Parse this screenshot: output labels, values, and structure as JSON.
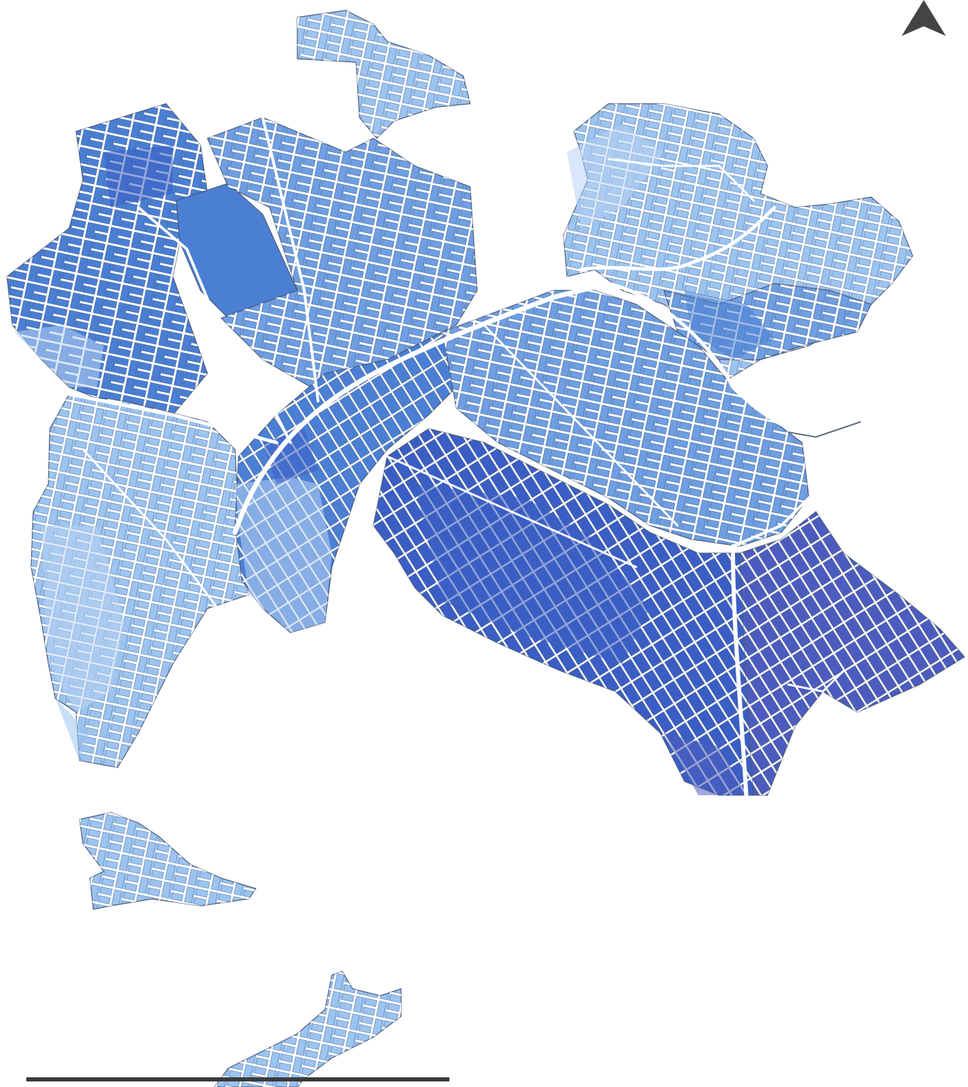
{
  "map": {
    "colors": {
      "background": "#ffffff",
      "outline": "#4a5a78",
      "street": "#ffffff",
      "lightest": "#b8d4f4",
      "light": "#9cc4f0",
      "medium": "#6f9fe2",
      "dark": "#4a7fd4",
      "darkest": "#3a5ec4",
      "violet": "#4c5cbe"
    },
    "districts": [
      {
        "name": "northwest",
        "fill": "dark"
      },
      {
        "name": "north-large-parcel",
        "fill": "dark"
      },
      {
        "name": "north-central",
        "fill": "medium"
      },
      {
        "name": "far-north-island",
        "fill": "light"
      },
      {
        "name": "northeast",
        "fill": "light"
      },
      {
        "name": "east-inner",
        "fill": "medium"
      },
      {
        "name": "west",
        "fill": "light"
      },
      {
        "name": "central",
        "fill": "dark"
      },
      {
        "name": "east-central",
        "fill": "medium"
      },
      {
        "name": "south-central-grid",
        "fill": "darkest"
      },
      {
        "name": "southeast",
        "fill": "violet"
      },
      {
        "name": "southwest-islet",
        "fill": "light"
      },
      {
        "name": "south-strip",
        "fill": "light"
      }
    ],
    "north_arrow": {
      "icon": "north-arrow-icon",
      "color": "#444444"
    },
    "scale_bar": {
      "icon": "scale-bar",
      "color": "#3a3a3a"
    }
  }
}
